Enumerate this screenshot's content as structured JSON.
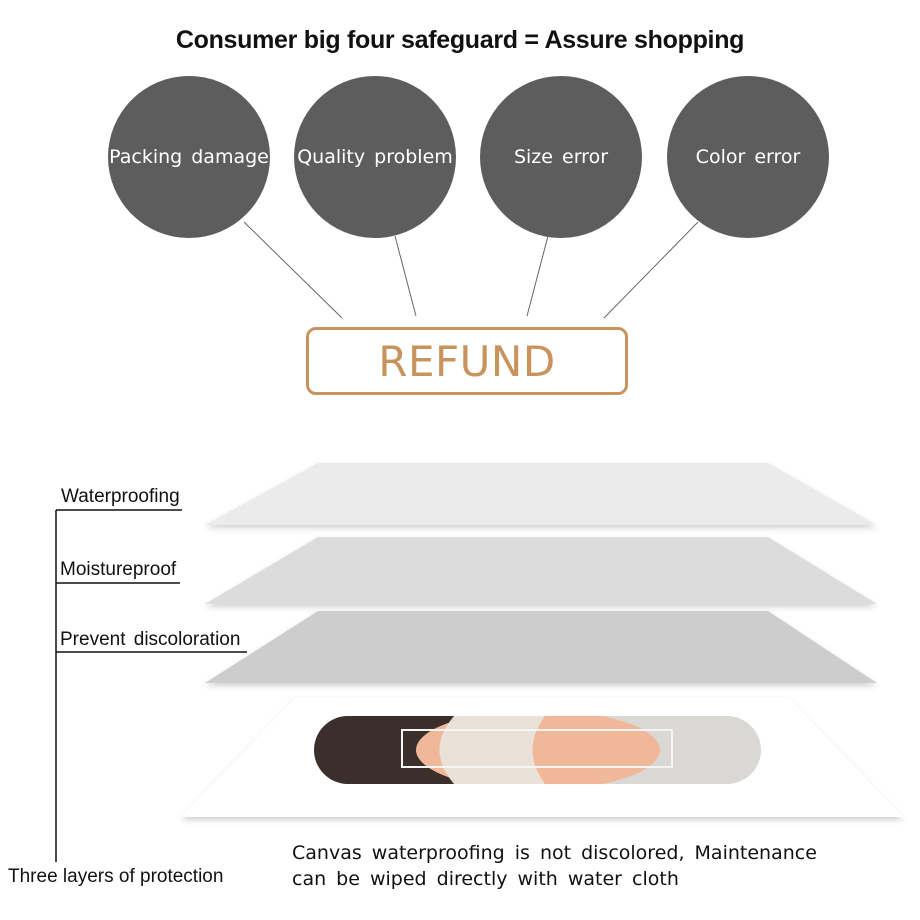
{
  "title": "Consumer big four safeguard = Assure shopping",
  "safeguards": [
    "Packing damage",
    "Quality problem",
    "Size error",
    "Color error"
  ],
  "refund_label": "REFUND",
  "layers": [
    "Waterproofing",
    "Moistureproof",
    "Prevent discoloration"
  ],
  "protection_label": "Three layers of protection",
  "description": {
    "line1": "Canvas waterproofing is not discolored, Maintenance",
    "line2": "can be wiped directly with water cloth"
  },
  "colors": {
    "circle": "#5d5d5d",
    "refund_accent": "#c8935c",
    "layer1": "#ebebeb",
    "layer2": "#dcdcdc",
    "layer3": "#cdcdcd",
    "art_dark": "#3a2f2b",
    "art_peach": "#f0b898",
    "art_grey": "#dad8d5"
  }
}
